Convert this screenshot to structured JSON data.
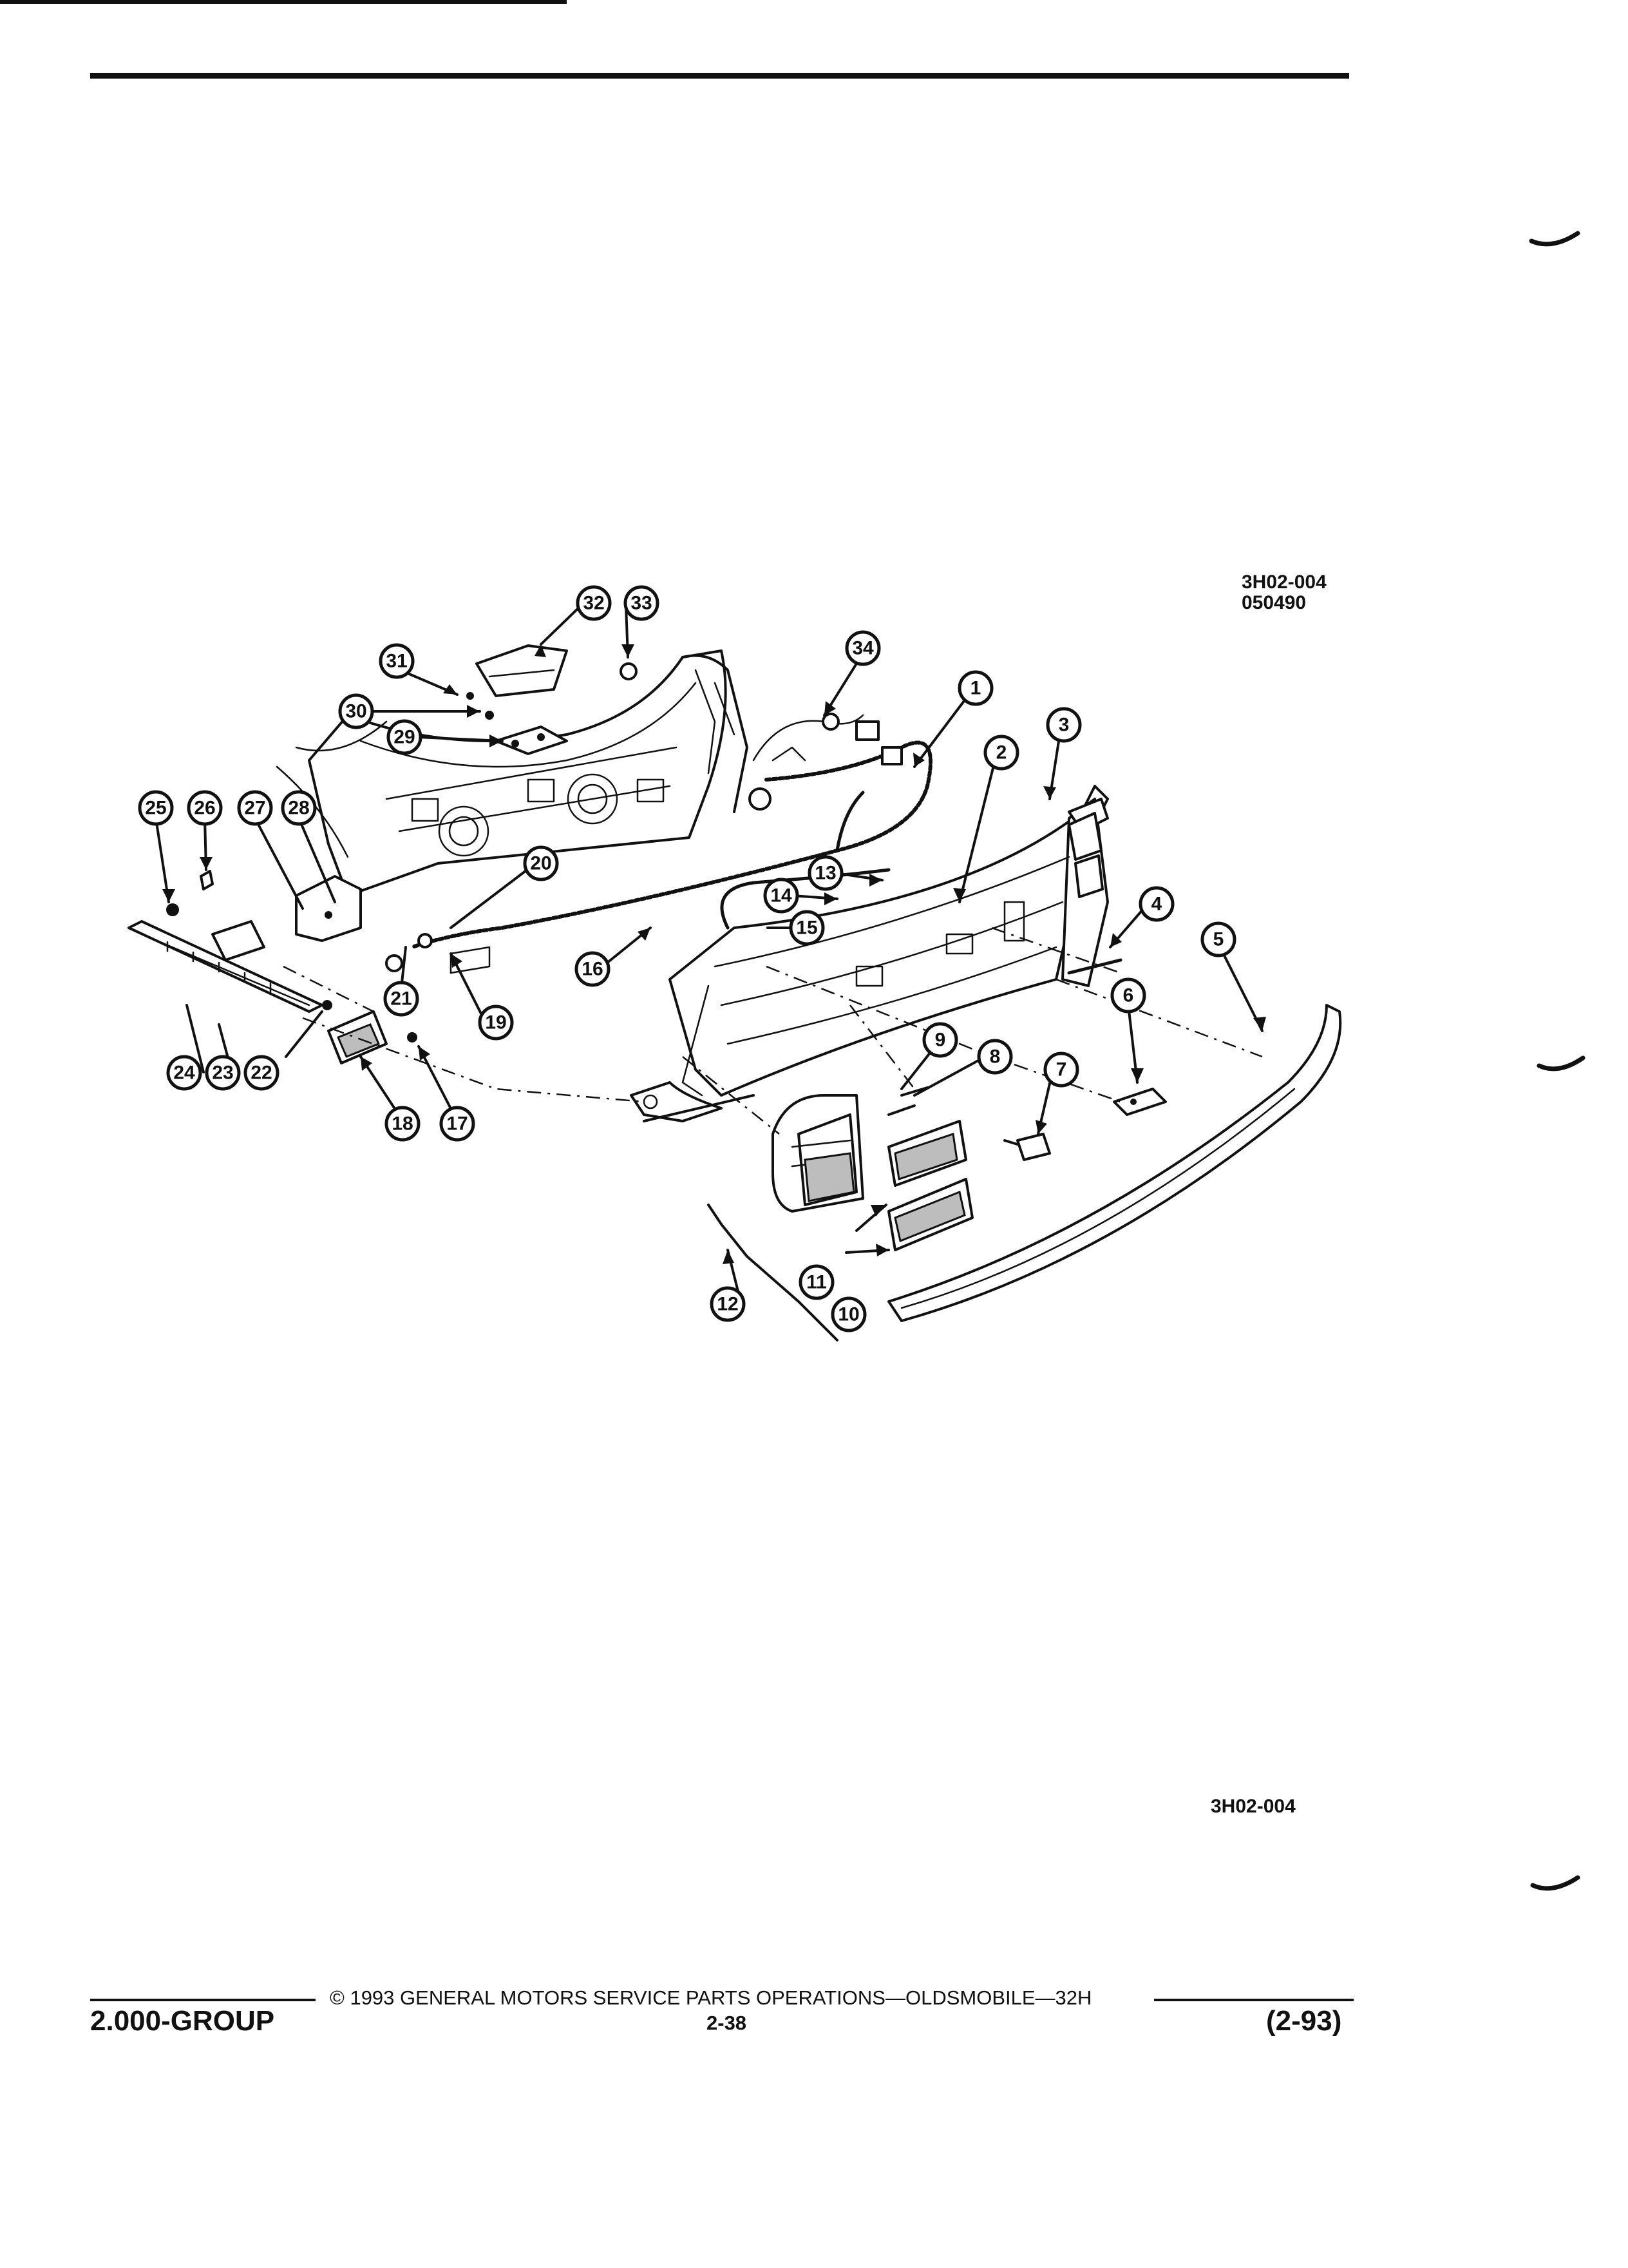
{
  "diagram_id_top": "3H02-004",
  "diagram_date": "050490",
  "diagram_id_bottom": "3H02-004",
  "callouts": [
    "1",
    "2",
    "3",
    "4",
    "5",
    "6",
    "7",
    "8",
    "9",
    "10",
    "11",
    "12",
    "13",
    "14",
    "15",
    "16",
    "17",
    "18",
    "19",
    "20",
    "21",
    "22",
    "23",
    "24",
    "25",
    "26",
    "27",
    "28",
    "29",
    "30",
    "31",
    "32",
    "33",
    "34"
  ],
  "footer": {
    "copyright": "© 1993 GENERAL MOTORS SERVICE PARTS OPERATIONS—OLDSMOBILE—32H",
    "group": "2.000-GROUP",
    "page": "2-38",
    "revision": "(2-93)"
  }
}
